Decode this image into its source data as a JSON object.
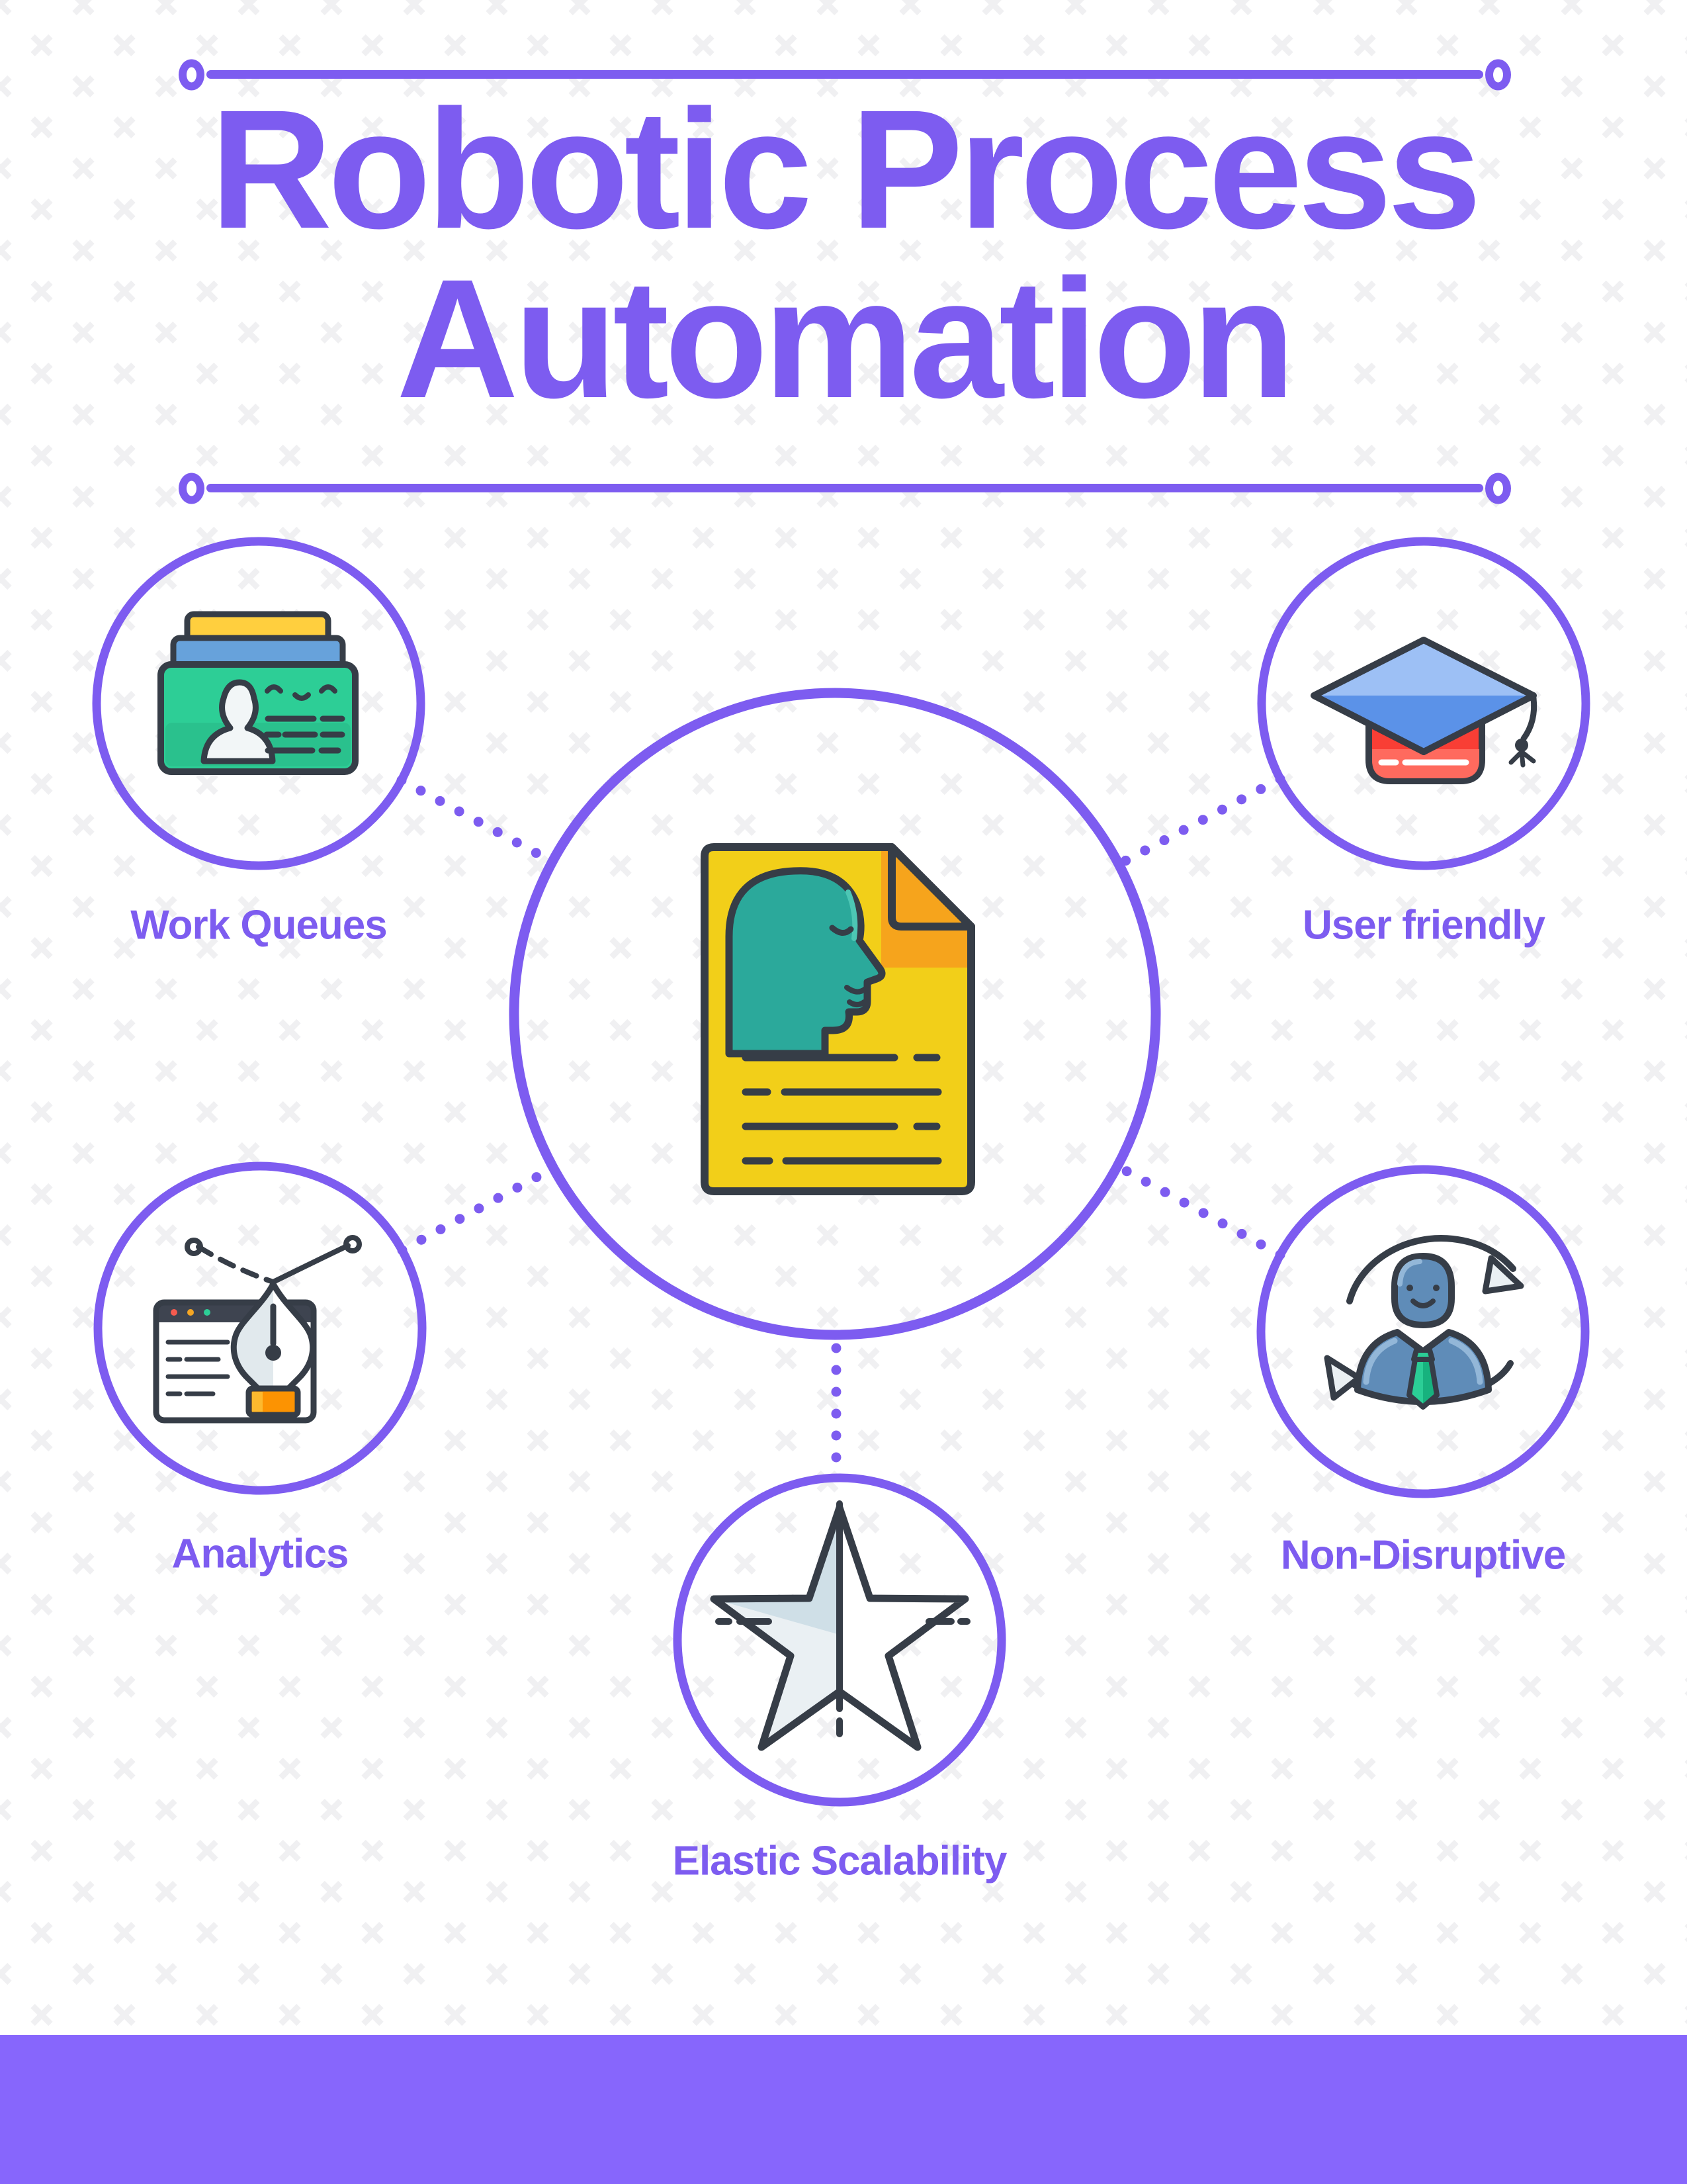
{
  "title": {
    "line1": "Robotic Process",
    "line2": "Automation"
  },
  "center_node": {
    "icon": "document-face-icon"
  },
  "nodes": [
    {
      "label": "Work Queues",
      "icon": "id-cards-icon",
      "position": "top-left"
    },
    {
      "label": "User friendly",
      "icon": "graduation-cap-icon",
      "position": "top-right"
    },
    {
      "label": "Analytics",
      "icon": "pen-tool-browser-icon",
      "position": "middle-left"
    },
    {
      "label": "Non-Disruptive",
      "icon": "rotating-user-icon",
      "position": "middle-right"
    },
    {
      "label": "Elastic Scalability",
      "icon": "half-star-icon",
      "position": "bottom-center"
    }
  ],
  "colors": {
    "accent": "#7D5CF0",
    "footer": "#8766FC",
    "pattern": "#F0F0F2",
    "ink": "#363D47",
    "green": "#2DCE96",
    "yellow": "#FFCF3E",
    "blue": "#67A2DB",
    "docYellow": "#F2CF19",
    "docOrange": "#F6A41C",
    "teal": "#2BA99B",
    "tealLight": "#4DC6B4",
    "capBlue": "#5B92E8",
    "capBlueLight": "#9DC0F5",
    "red": "#F93E35",
    "redLight": "#FF6A5E",
    "steelBlue": "#5F8CB8",
    "steelLight": "#93B7D8",
    "tieGreen": "#2BCE96",
    "tieDeep": "#17B27E",
    "starFill": "#CFDFE7",
    "starLight": "#EAF0F3",
    "nibGray": "#E1E9ED",
    "penOrange": "#FC9302",
    "penOrangeLight": "#FDB92E",
    "browserBar": "#3E4450",
    "dotRed": "#F55B4F",
    "dotOrange": "#F5A623",
    "dotGreen": "#2DCE96",
    "paper": "#FFFFFF",
    "personFill": "#F2F6F7"
  }
}
